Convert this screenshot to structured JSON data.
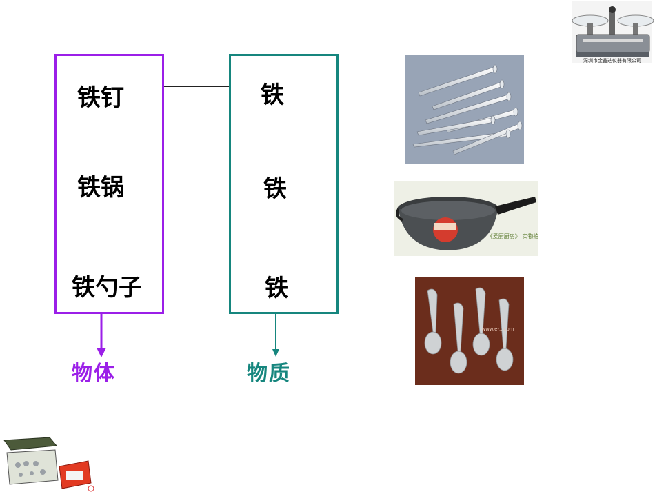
{
  "objects": {
    "items": [
      "铁钉",
      "铁锅",
      "铁勺子"
    ],
    "category": "物体",
    "border_color": "#9b1fe8"
  },
  "substances": {
    "items": [
      "铁",
      "铁",
      "铁"
    ],
    "category": "物质",
    "border_color": "#16867e"
  },
  "images": {
    "nails": "nails-photo",
    "wok": "wok-photo",
    "spoons": "spoons-photo",
    "balance": "balance-scale-photo",
    "weights": "weight-box-photo",
    "wok_caption": "《爱厨厨房》 实物拍摄",
    "spoon_watermark": "www.e-...com",
    "balance_caption": "深圳市金鑫达仪器有限公司"
  }
}
